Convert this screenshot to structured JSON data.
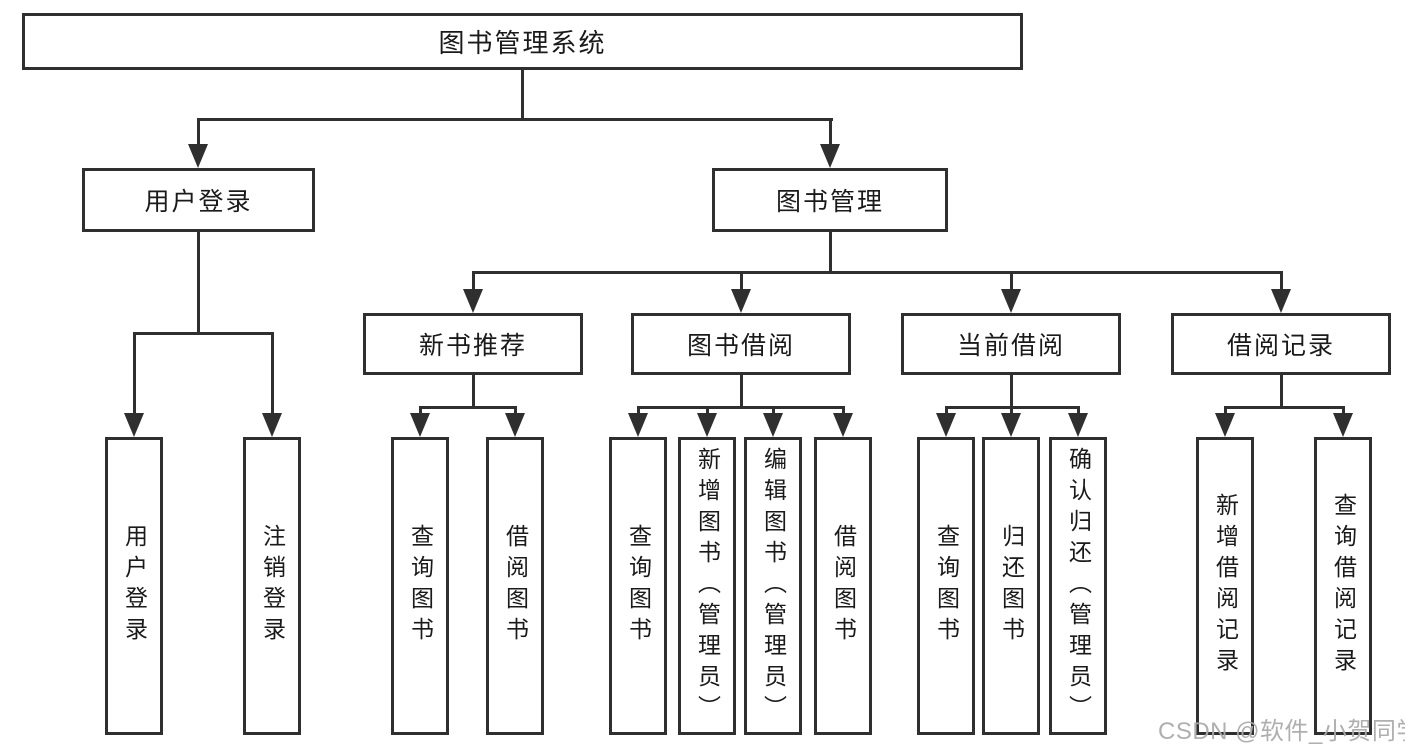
{
  "colors": {
    "background": "#ffffff",
    "line": "#2f2f2f",
    "box_border": "#2f2f2f",
    "text": "#1a1a1a",
    "watermark": "#ababab"
  },
  "nodes": {
    "root": "图书管理系统",
    "user_login": "用户登录",
    "book_mgmt": "图书管理",
    "new_books": "新书推荐",
    "book_borrow": "图书借阅",
    "current_borrow": "当前借阅",
    "borrow_records": "借阅记录",
    "leaves": {
      "user_login": "用户登录",
      "logout": "注销登录",
      "nb_query": "查询图书",
      "nb_borrow": "借阅图书",
      "bb_query": "查询图书",
      "bb_add": "新增图书（管理员）",
      "bb_edit": "编辑图书（管理员）",
      "bb_borrow": "借阅图书",
      "cb_query": "查询图书",
      "cb_return": "归还图书",
      "cb_confirm": "确认归还（管理员）",
      "br_add": "新增借阅记录",
      "br_query": "查询借阅记录"
    }
  },
  "hierarchy": {
    "图书管理系统": {
      "用户登录": [
        "用户登录",
        "注销登录"
      ],
      "图书管理": {
        "新书推荐": [
          "查询图书",
          "借阅图书"
        ],
        "图书借阅": [
          "查询图书",
          "新增图书（管理员）",
          "编辑图书（管理员）",
          "借阅图书"
        ],
        "当前借阅": [
          "查询图书",
          "归还图书",
          "确认归还（管理员）"
        ],
        "借阅记录": [
          "新增借阅记录",
          "查询借阅记录"
        ]
      }
    }
  },
  "watermark": "CSDN @软件_小贺同学"
}
